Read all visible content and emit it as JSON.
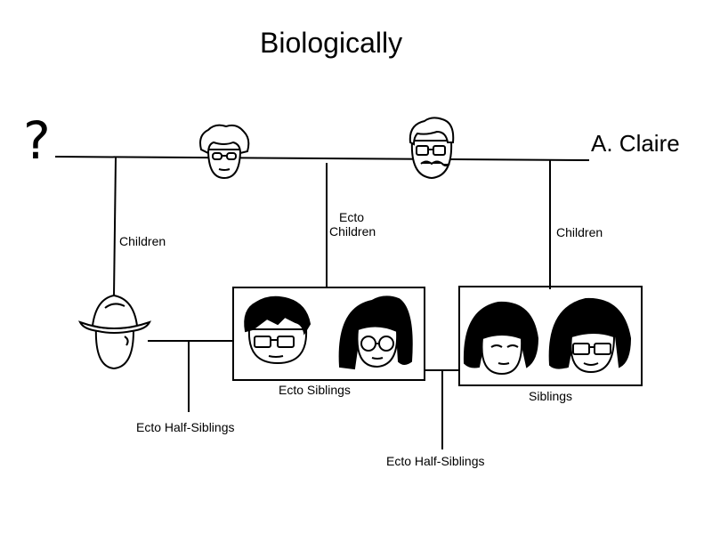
{
  "diagram": {
    "title": "Biologically",
    "unknown_parent": "?",
    "other_parent": "A. Claire",
    "labels": {
      "children_left": "Children",
      "ecto_children_line1": "Ecto",
      "ecto_children_line2": "Children",
      "children_right": "Children",
      "ecto_siblings": "Ecto Siblings",
      "siblings": "Siblings",
      "ecto_half_siblings_left": "Ecto Half-Siblings",
      "ecto_half_siblings_right": "Ecto Half-Siblings"
    },
    "colors": {
      "ink": "#000000",
      "paper": "#ffffff"
    }
  }
}
